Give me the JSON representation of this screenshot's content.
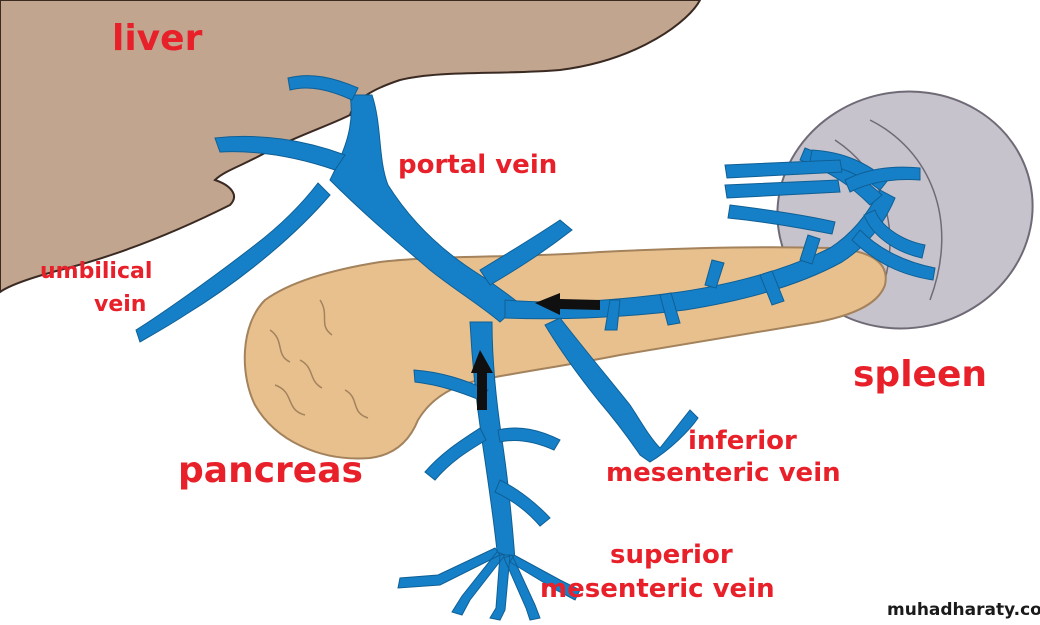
{
  "labels": {
    "liver": "liver",
    "portal_vein": "portal vein",
    "umbilical_vein_l1": "umbilical",
    "umbilical_vein_l2": "vein",
    "spleen": "spleen",
    "pancreas": "pancreas",
    "inferior_mesenteric_l1": "inferior",
    "inferior_mesenteric_l2": "mesenteric vein",
    "superior_mesenteric_l1": "superior",
    "superior_mesenteric_l2": "mesenteric vein"
  },
  "watermark": "muhadharaty.com",
  "colors": {
    "label": "#e8202a",
    "liver": "#c2a58f",
    "liver_edge": "#3a2a22",
    "pancreas": "#e8c08e",
    "pancreas_edge": "#a3825c",
    "spleen": "#c7c3cc",
    "spleen_edge": "#6f6a76",
    "vein": "#1580c8",
    "vein_edge": "#0f5f95",
    "arrow": "#101010",
    "watermark": "#1a1a1a"
  }
}
